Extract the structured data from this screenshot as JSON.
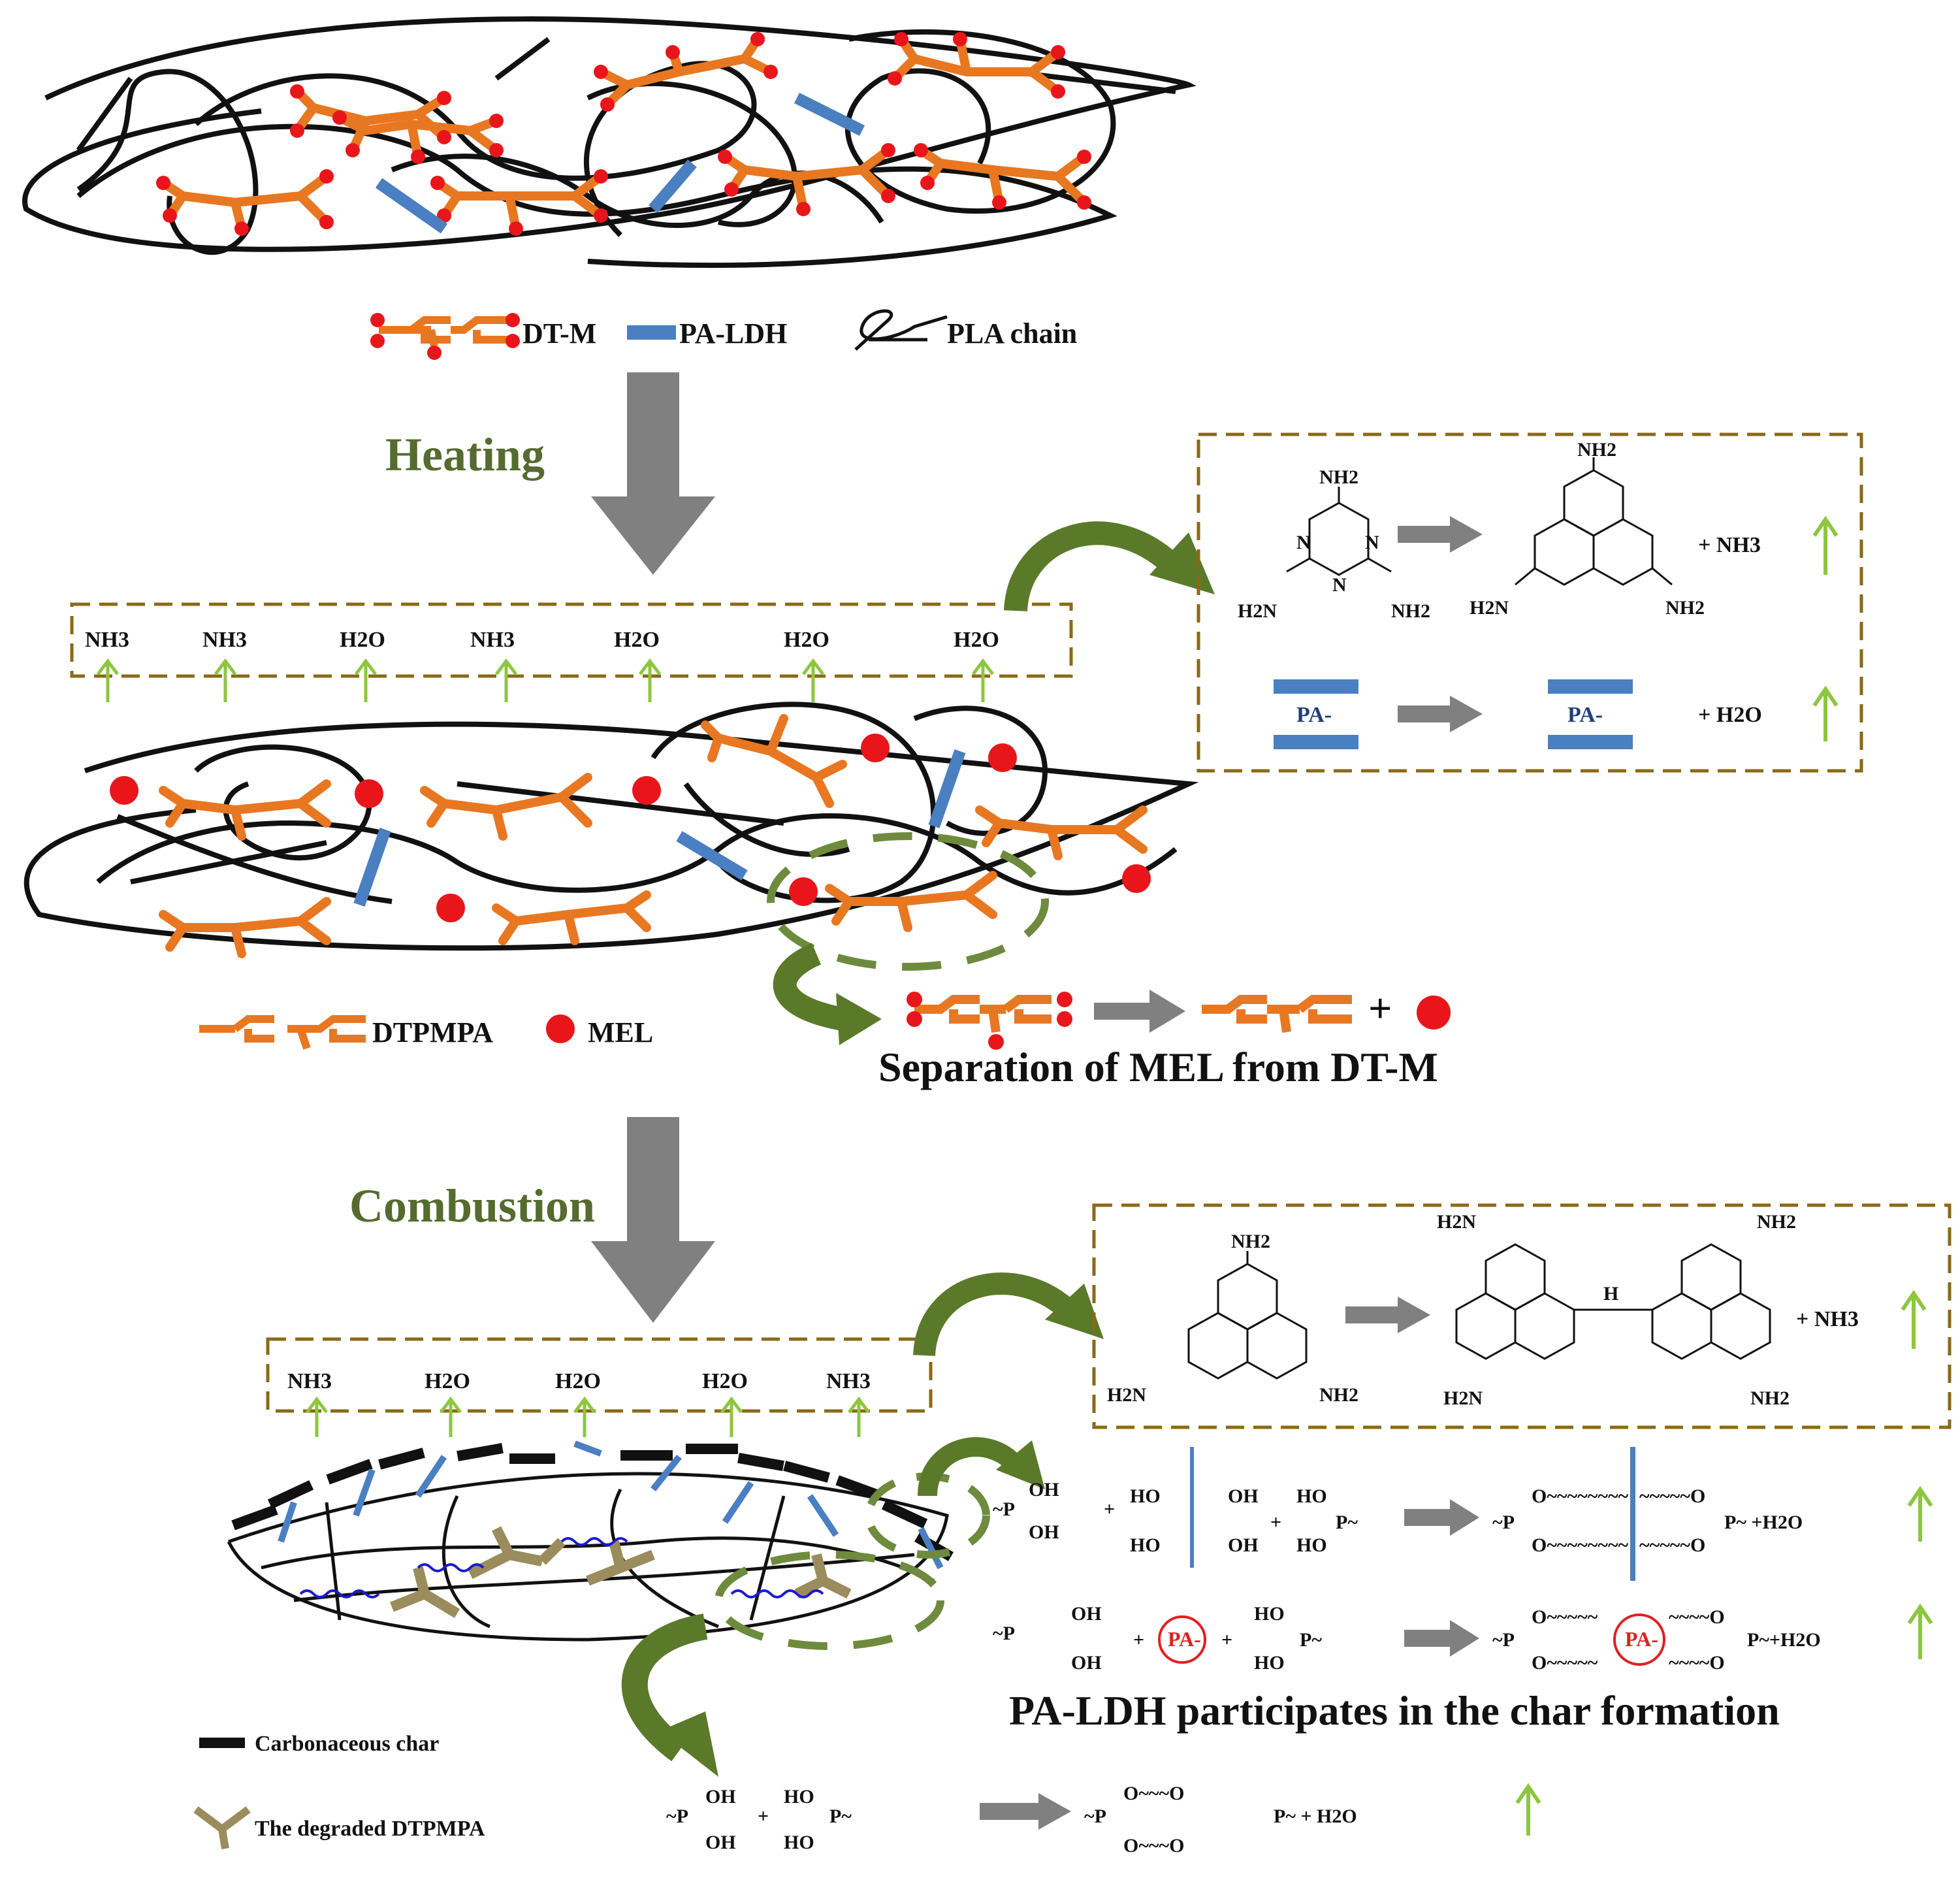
{
  "legend_top": {
    "dtm": "DT-M",
    "paldh": "PA-LDH",
    "pla": "PLA  chain"
  },
  "steps": {
    "heating": "Heating",
    "combustion": "Combustion"
  },
  "gas_row_1": [
    "NH3",
    "NH3",
    "H2O",
    "NH3",
    "H2O",
    "H2O",
    "H2O"
  ],
  "gas_row_2": [
    "NH3",
    "H2O",
    "H2O",
    "H2O",
    "NH3"
  ],
  "legend_mid": {
    "dtpmpa": "DTPMPA",
    "mel": "MEL"
  },
  "separation_caption": "Separation of MEL from DT-M",
  "box1": {
    "plus_nh3": "+ NH3",
    "pa_label": "PA-",
    "plus_h2o": "+ H2O"
  },
  "box2": {
    "plus_nh3": "+ NH3"
  },
  "char_caption": "PA-LDH participates in the  char formation",
  "legend_bottom": {
    "char": "Carbonaceous char",
    "degraded": "The degraded DTPMPA"
  },
  "colors": {
    "orange": "#e87722",
    "red": "#e8161b",
    "blue": "#4a7fc1",
    "arrow_gray": "#808080",
    "olive": "#5a7a2a",
    "green_up": "#8dc63f",
    "box_brown": "#8b6914",
    "degraded": "#9a8c5c",
    "wavy_blue": "#1a1acc"
  }
}
